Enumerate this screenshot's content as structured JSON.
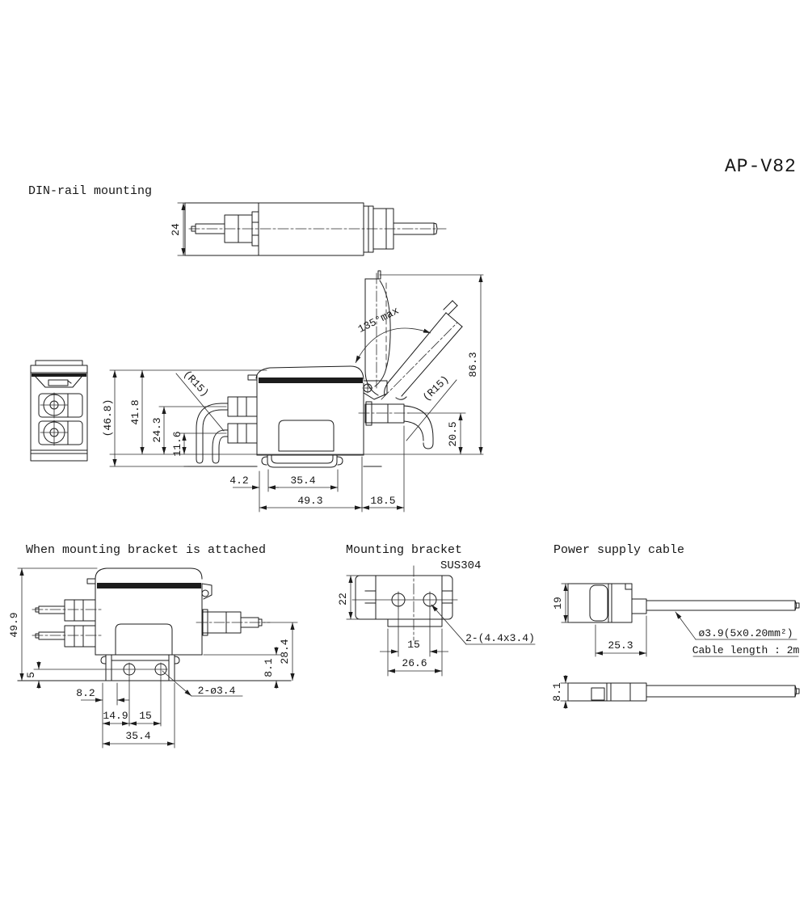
{
  "title": "AP-V82",
  "din_rail": {
    "heading": "DIN-rail mounting",
    "dim_height": "24"
  },
  "main_view": {
    "dim_rotation": "135°max",
    "dim_total_height": "86.3",
    "dim_overall_height": "(46.8)",
    "dim_body_height": "41.8",
    "dim_upper_port_height": "24.3",
    "dim_lower_port_height": "11.6",
    "dim_tube_bend_radius": "(R15)",
    "dim_cable_bend_radius": "(R15)",
    "dim_cable_clearance": "20.5",
    "dim_clip_offset": "4.2",
    "dim_clip_width": "35.4",
    "dim_body_width": "49.3",
    "dim_connector_ext": "18.5"
  },
  "bracket_attached": {
    "heading": "When mounting bracket is attached",
    "dim_total_height": "49.9",
    "dim_hole_height": "5",
    "dim_edge_to_bracket": "8.2",
    "dim_edge_to_hole": "14.9",
    "dim_hole_pitch": "15",
    "dim_bracket_width": "35.4",
    "dim_holes": "2-ø3.4",
    "dim_base_height": "8.1",
    "dim_cable_center_height": "28.4"
  },
  "mounting_bracket": {
    "heading": "Mounting bracket",
    "material": "SUS304",
    "dim_height": "22",
    "dim_hole_pitch": "15",
    "dim_lip_width": "26.6",
    "dim_slots": "2-(4.4x3.4)"
  },
  "power_cable": {
    "heading": "Power supply cable",
    "dim_height": "19",
    "dim_connector_length": "25.3",
    "cable_spec": "ø3.9(5x0.20mm²)",
    "cable_length": "Cable length : 2m",
    "dim_side_height": "8.1"
  }
}
